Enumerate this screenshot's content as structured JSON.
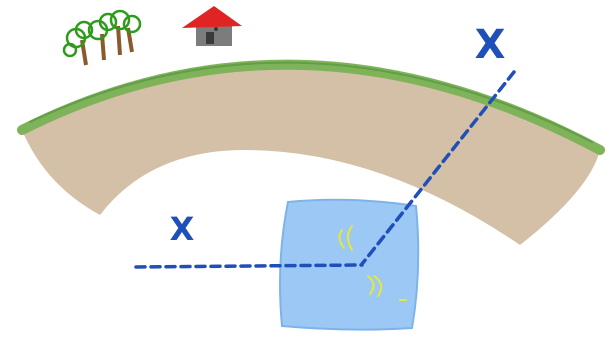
{
  "scene": {
    "marks": [
      {
        "id": "upper-right",
        "text": "X",
        "color": "#1f4fb8"
      },
      {
        "id": "lower-left",
        "text": "X",
        "color": "#1f4fb8"
      }
    ],
    "colors": {
      "earth": "#d4c0a6",
      "grass": "#7fb35a",
      "grass_dark": "#4f8f38",
      "water": "#9cc8f5",
      "water_edge": "#7eb3ea",
      "ripples": "#e5e83a",
      "path": "#1f4fb8",
      "roof": "#e02424",
      "house_wall": "#7c7c7c",
      "tree_leaves": "#2e9b1c",
      "tree_trunk": "#8a5a2b"
    },
    "icons": [
      "house-icon",
      "trees-icon"
    ]
  }
}
